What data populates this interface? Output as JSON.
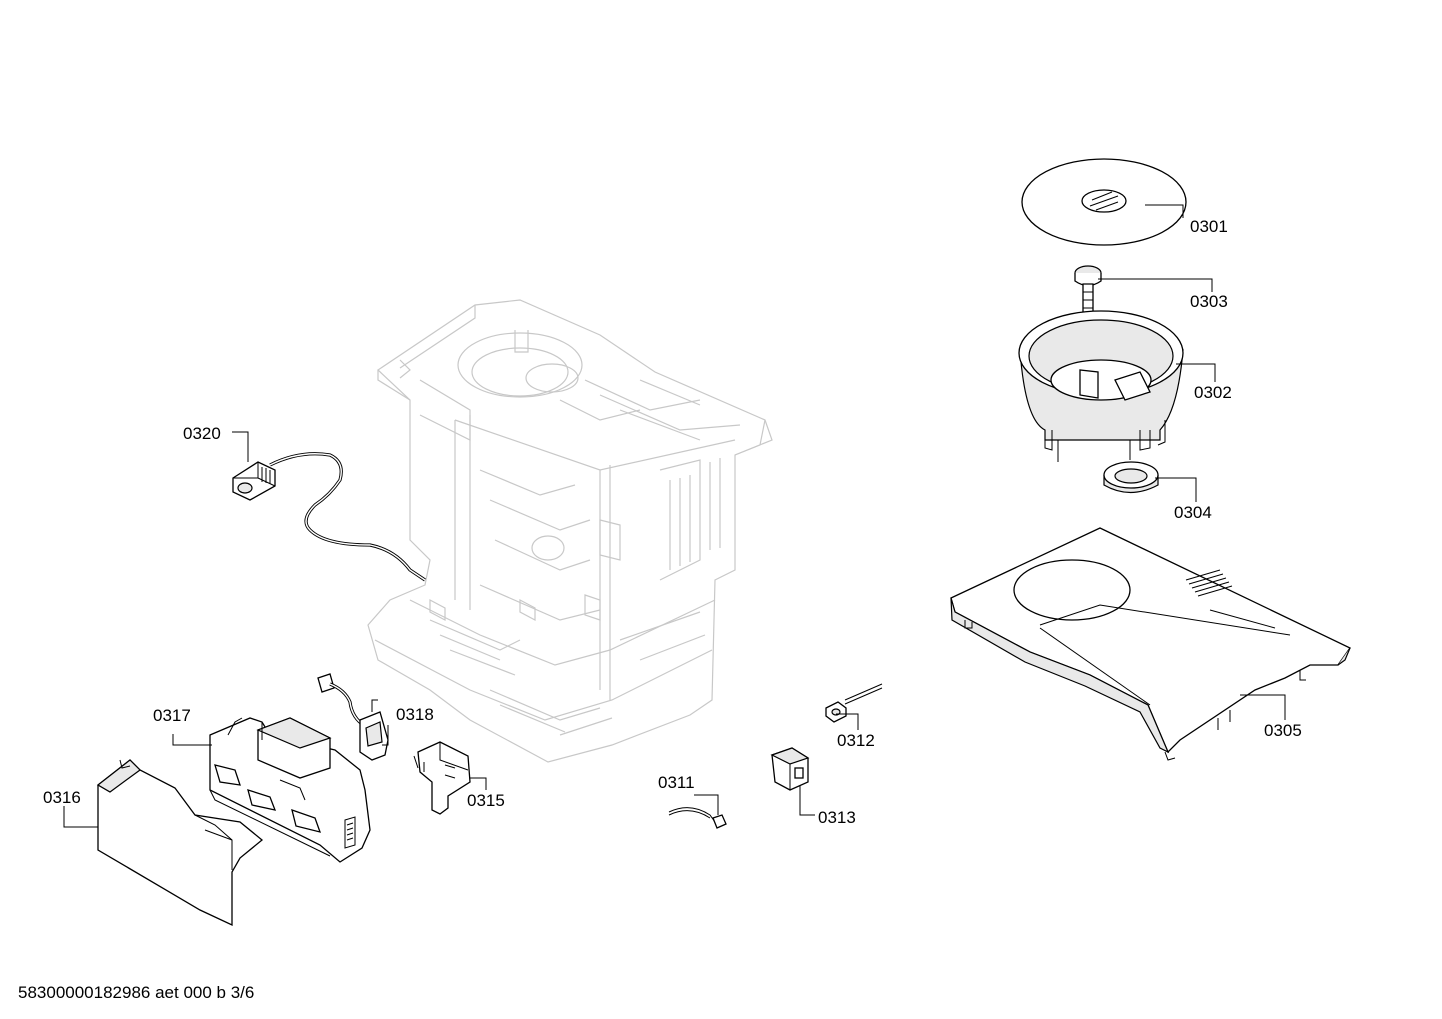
{
  "labels": {
    "p0301": "0301",
    "p0302": "0302",
    "p0303": "0303",
    "p0304": "0304",
    "p0305": "0305",
    "p0311": "0311",
    "p0312": "0312",
    "p0313": "0313",
    "p0315": "0315",
    "p0316": "0316",
    "p0317": "0317",
    "p0318": "0318",
    "p0320": "0320"
  },
  "footer": "58300000182986 aet 000 b 3/6"
}
